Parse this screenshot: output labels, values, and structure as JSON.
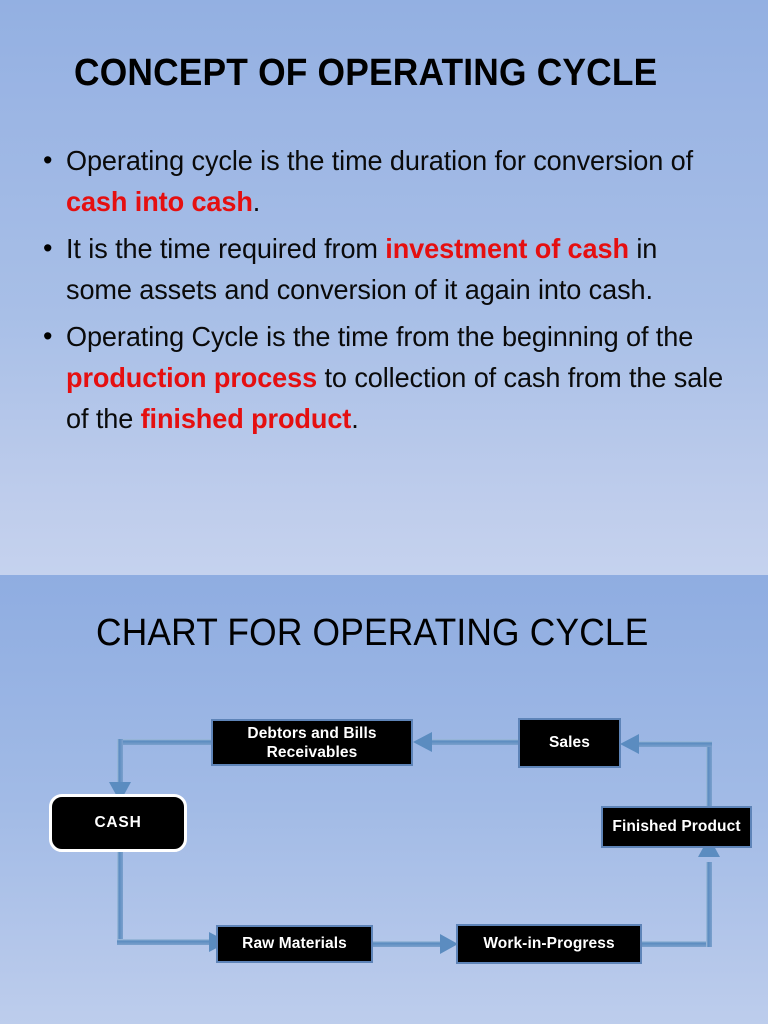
{
  "colors": {
    "slide_bg_top": "#93b0e2",
    "slide_bg_bottom": "#c5d2ee",
    "highlight_red": "#e50f10",
    "connector_blue": "#5b8cc0",
    "node_fill": "#000000",
    "node_text": "#ffffff",
    "node_border": "#5e84b8",
    "cash_border": "#ffffff"
  },
  "slide1": {
    "title": "CONCEPT OF OPERATING CYCLE",
    "bullet_marker": "•",
    "bullets": [
      {
        "segments": [
          {
            "text": "Operating cycle is the time duration for conversion of ",
            "emphasis": false
          },
          {
            "text": "cash into cash",
            "emphasis": true
          },
          {
            "text": ".",
            "emphasis": false
          }
        ]
      },
      {
        "segments": [
          {
            "text": "It is the time required from ",
            "emphasis": false
          },
          {
            "text": "investment of cash",
            "emphasis": true
          },
          {
            "text": " in some assets and conversion of it again into cash.",
            "emphasis": false
          }
        ]
      },
      {
        "segments": [
          {
            "text": "Operating Cycle is the time from the beginning of the ",
            "emphasis": false
          },
          {
            "text": "production process",
            "emphasis": true
          },
          {
            "text": " to collection of cash from the sale of the ",
            "emphasis": false
          },
          {
            "text": "finished product",
            "emphasis": true
          },
          {
            "text": ".",
            "emphasis": false
          }
        ]
      }
    ]
  },
  "slide2": {
    "title": "CHART FOR OPERATING CYCLE",
    "diagram": {
      "type": "cycle-flowchart",
      "nodes": [
        {
          "id": "debtors",
          "label": "Debtors and Bills Receivables",
          "line1": "Debtors and Bills",
          "line2": "Receivables",
          "shape": "rect"
        },
        {
          "id": "sales",
          "label": "Sales",
          "shape": "rect"
        },
        {
          "id": "cash",
          "label": "CASH",
          "shape": "rounded-rect"
        },
        {
          "id": "finished",
          "label": "Finished Product",
          "shape": "rect"
        },
        {
          "id": "raw",
          "label": "Raw Materials",
          "shape": "rect"
        },
        {
          "id": "wip",
          "label": "Work-in-Progress",
          "shape": "rect"
        }
      ],
      "edges": [
        {
          "from": "debtors",
          "to": "cash",
          "arrow": "down"
        },
        {
          "from": "cash",
          "to": "raw",
          "arrow": "right"
        },
        {
          "from": "raw",
          "to": "wip",
          "arrow": "right"
        },
        {
          "from": "wip",
          "to": "finished",
          "arrow": "up"
        },
        {
          "from": "finished",
          "to": "sales",
          "arrow": "left"
        },
        {
          "from": "sales",
          "to": "debtors",
          "arrow": "left"
        }
      ]
    }
  }
}
